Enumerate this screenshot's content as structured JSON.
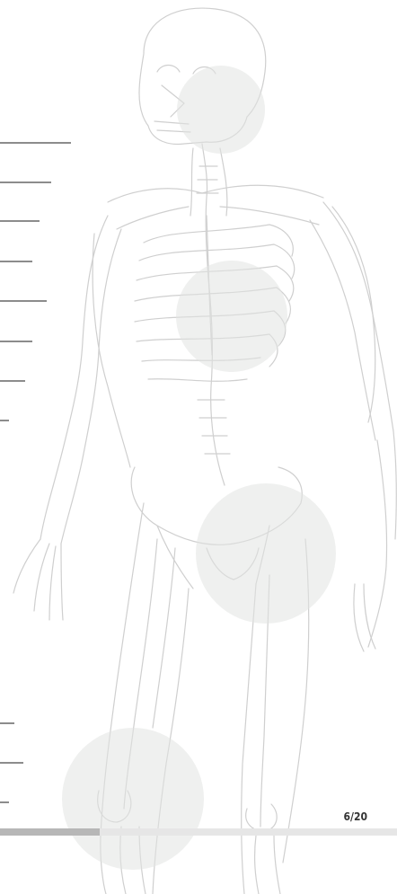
{
  "pager": {
    "counter": "6/20",
    "current": 6,
    "total": 20
  },
  "progress": {
    "fraction": 0.25,
    "fill_color": "#b7b7b7",
    "track_color": "#e6e6e6"
  },
  "colors": {
    "hotspot": "#e1e4e2",
    "tick": "#8c8c8c",
    "line_art": "#c9c9c9"
  },
  "icons": {
    "figure": "human-skeleton-illustration"
  }
}
